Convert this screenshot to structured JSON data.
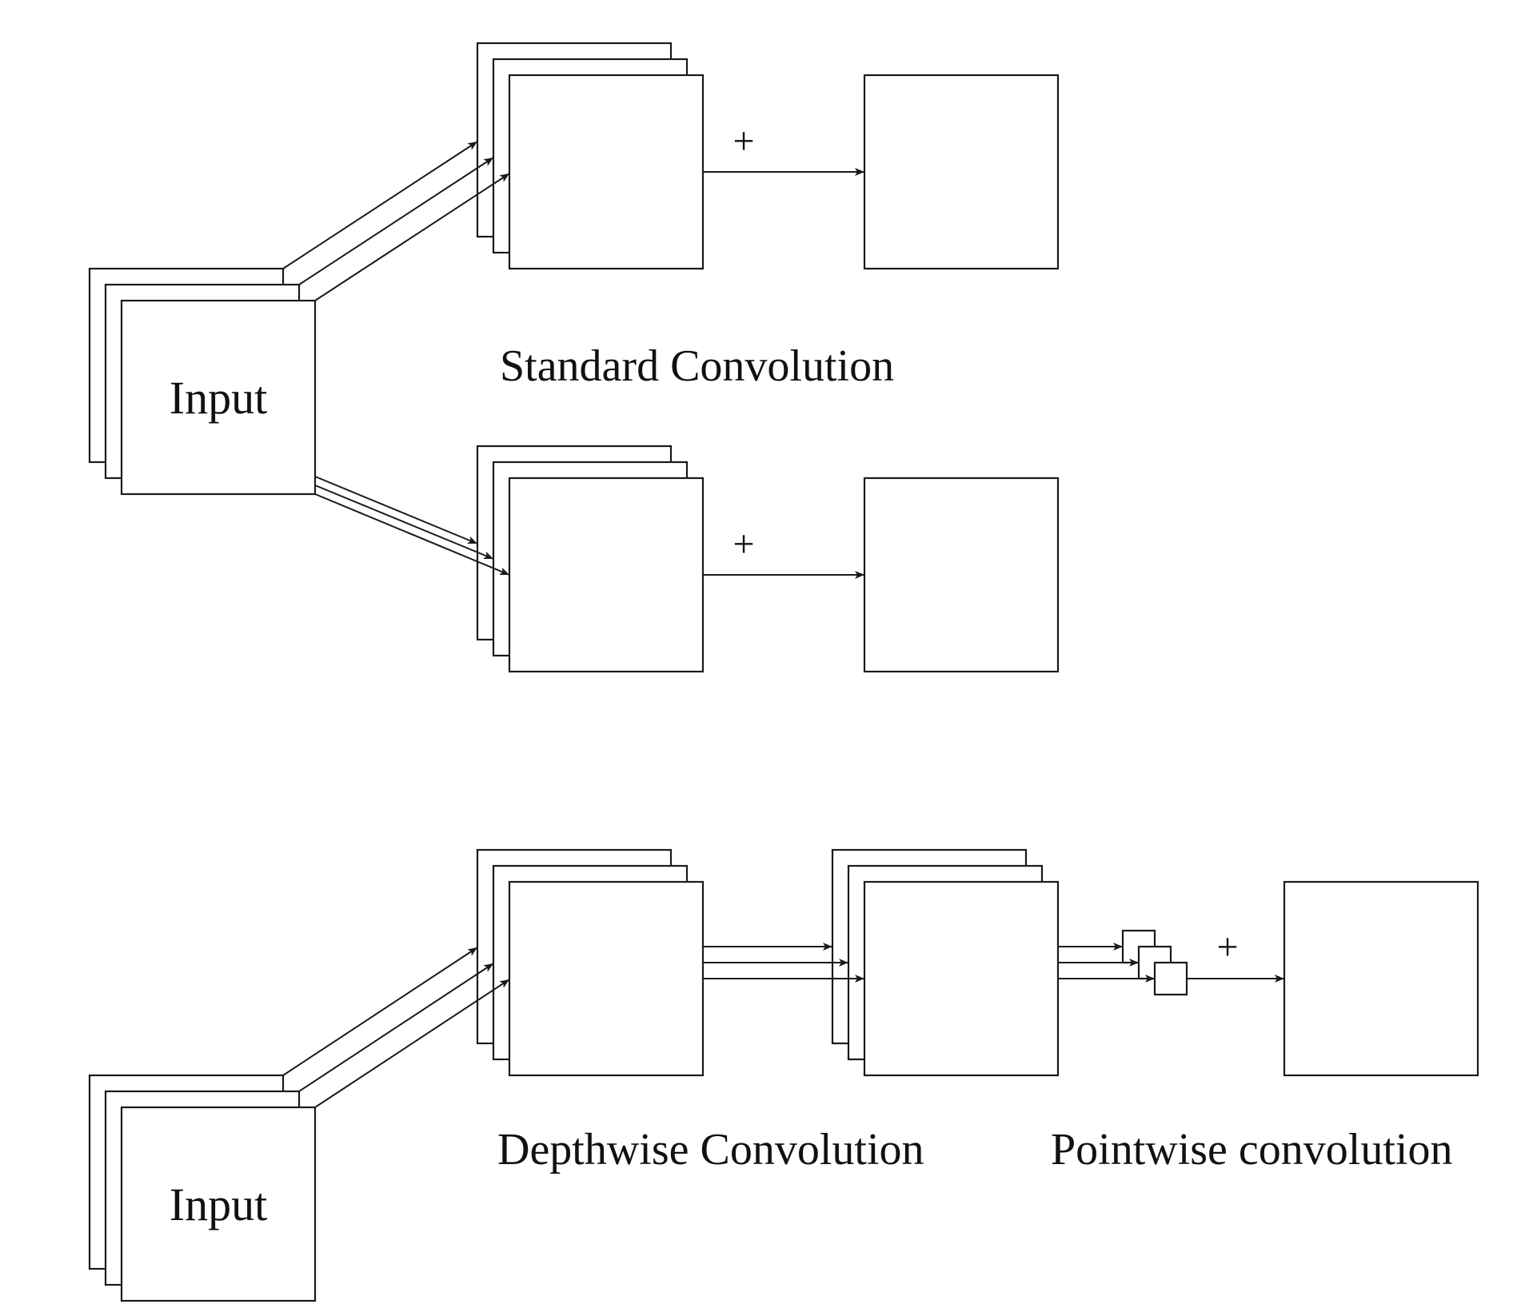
{
  "diagram": {
    "input_label_top": "Input",
    "input_label_bottom": "Input",
    "standard_label": "Standard Convolution",
    "depthwise_label": "Depthwise Convolution",
    "pointwise_label": "Pointwise convolution",
    "plus_symbol": "+"
  },
  "colors": {
    "stroke": "#1a1a1a",
    "fill": "#ffffff",
    "text": "#111111"
  }
}
